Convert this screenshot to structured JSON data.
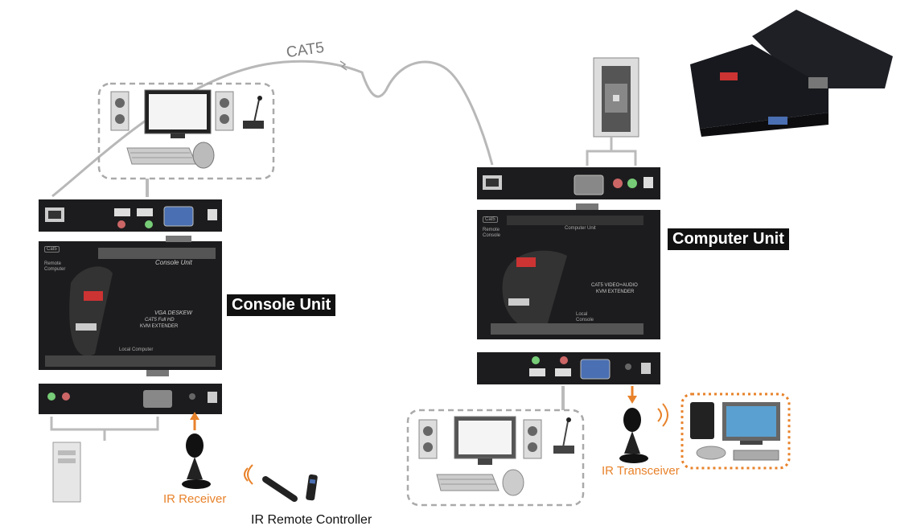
{
  "labels": {
    "cable": "CAT5",
    "console_unit": "Console Unit",
    "computer_unit": "Computer Unit",
    "ir_receiver": "IR Receiver",
    "ir_remote": "IR Remote Controller",
    "ir_transceiver": "IR Transceiver"
  },
  "device_text": {
    "console_panel_title": "Console Unit",
    "console_port_left": "Remote Computer",
    "console_port_bottom": "Local Computer",
    "console_model_1": "VGA DESKEW",
    "console_model_2": "CAT5 Full HD",
    "console_model_3": "KVM EXTENDER",
    "computer_port_left": "Remote Console",
    "computer_panel_title": "Computer Unit",
    "computer_model_1": "CAT5 VIDEO+AUDIO",
    "computer_model_2": "KVM EXTENDER",
    "computer_port_local": "Local Console",
    "cat5_badge": "Cat5"
  },
  "colors": {
    "accent_orange": "#e8822a",
    "device_black": "#1c1c1e",
    "panel_gray": "#555555",
    "cable_gray": "#b8b8b8",
    "label_bg": "#111111"
  }
}
